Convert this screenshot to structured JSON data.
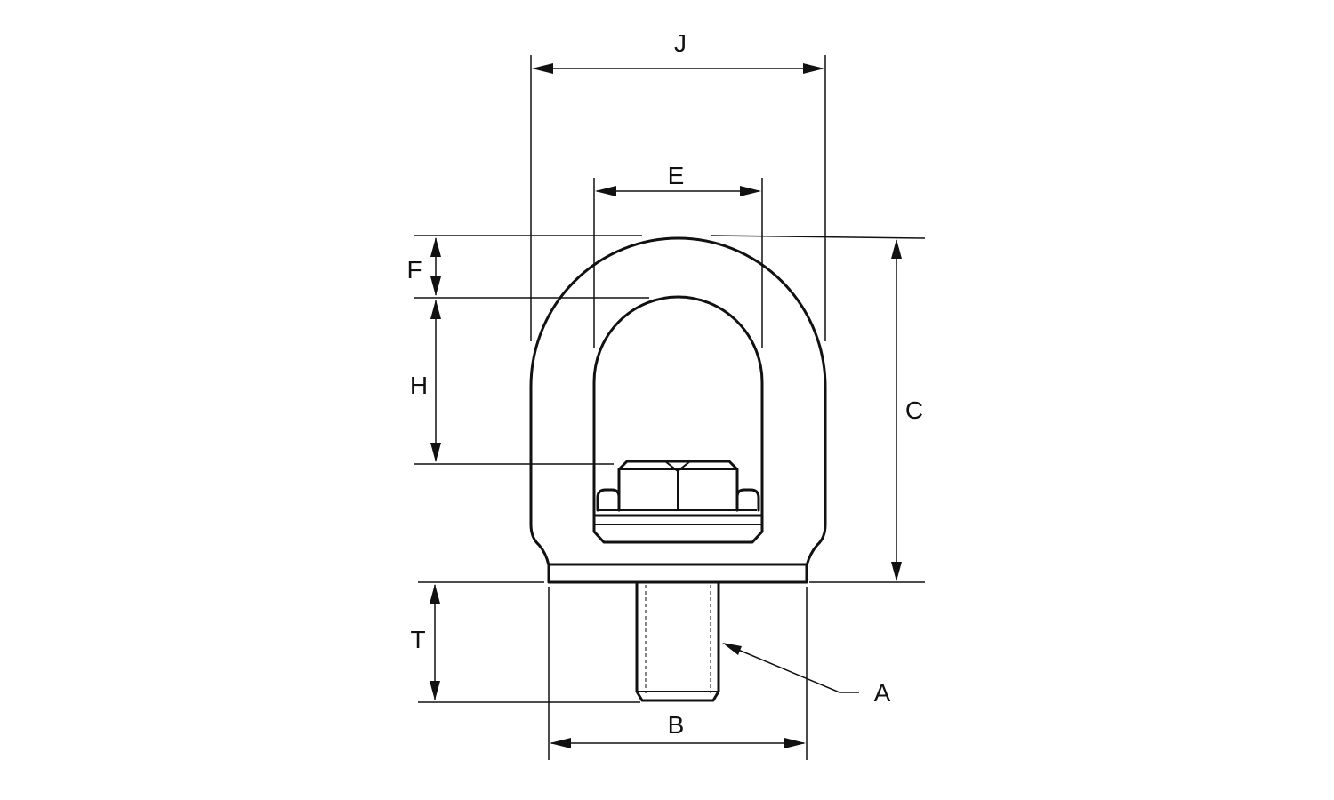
{
  "diagram": {
    "colors": {
      "line": "#111111",
      "background": "#ffffff"
    },
    "labels": {
      "J": "J",
      "E": "E",
      "F": "F",
      "H": "H",
      "C": "C",
      "T": "T",
      "A": "A",
      "B": "B"
    }
  }
}
